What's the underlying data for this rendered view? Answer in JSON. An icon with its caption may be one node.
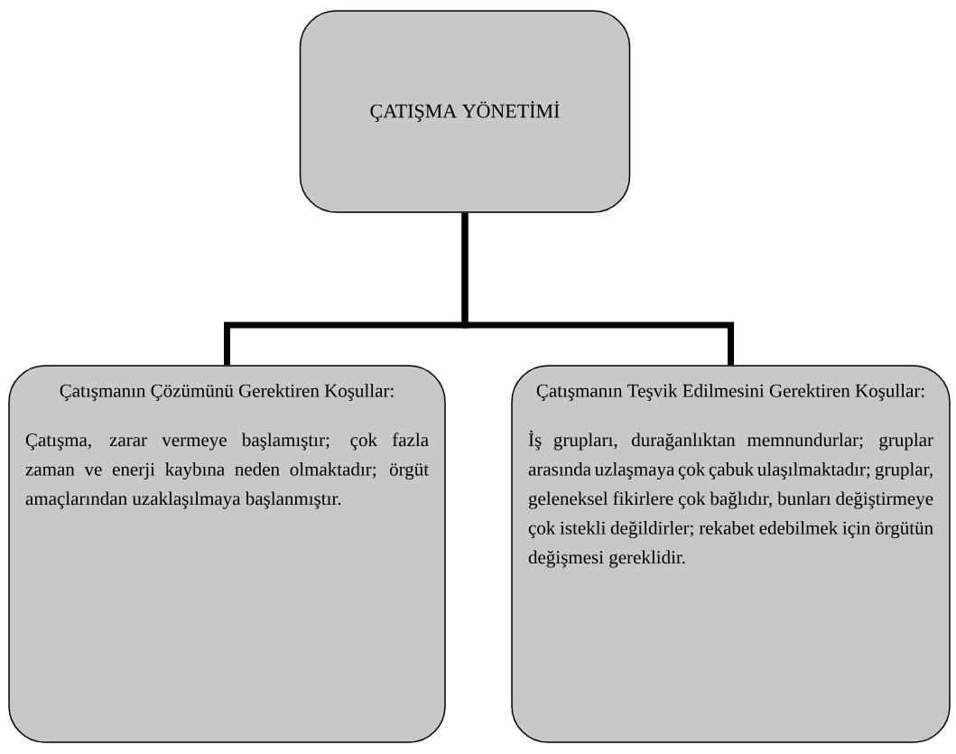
{
  "diagram": {
    "nodes": [
      {
        "text": [
          "ÇATIŞMA YÖNETİMİ"
        ]
      },
      {
        "text": [
          "Çatışmanın Çözümünü Gerektiren Koşullar:",
          "Çatışma, zarar vermeye başlamıştır; çok fazla zaman ve enerji kaybına neden olmaktadır; örgüt amaçlarından uzaklaşılmaya başlanmıştır."
        ]
      },
      {
        "text": [
          "Çatışmanın Teşvik Edilmesini Gerektiren Koşullar:",
          "İş grupları, durağanlıktan memnundurlar; gruplar arasında uzlaşmaya çok çabuk ulaşılmaktadır; gruplar, geleneksel fikirlere çok bağlıdır, bunları değiştirmeye çok istekli değildirler; rekabet edebilmek için örgütün değişmesi gereklidir."
        ]
      }
    ],
    "edges": [
      {
        "from": 0,
        "to": 1,
        "arrow": "none"
      },
      {
        "from": 0,
        "to": 2,
        "arrow": "none"
      }
    ]
  }
}
